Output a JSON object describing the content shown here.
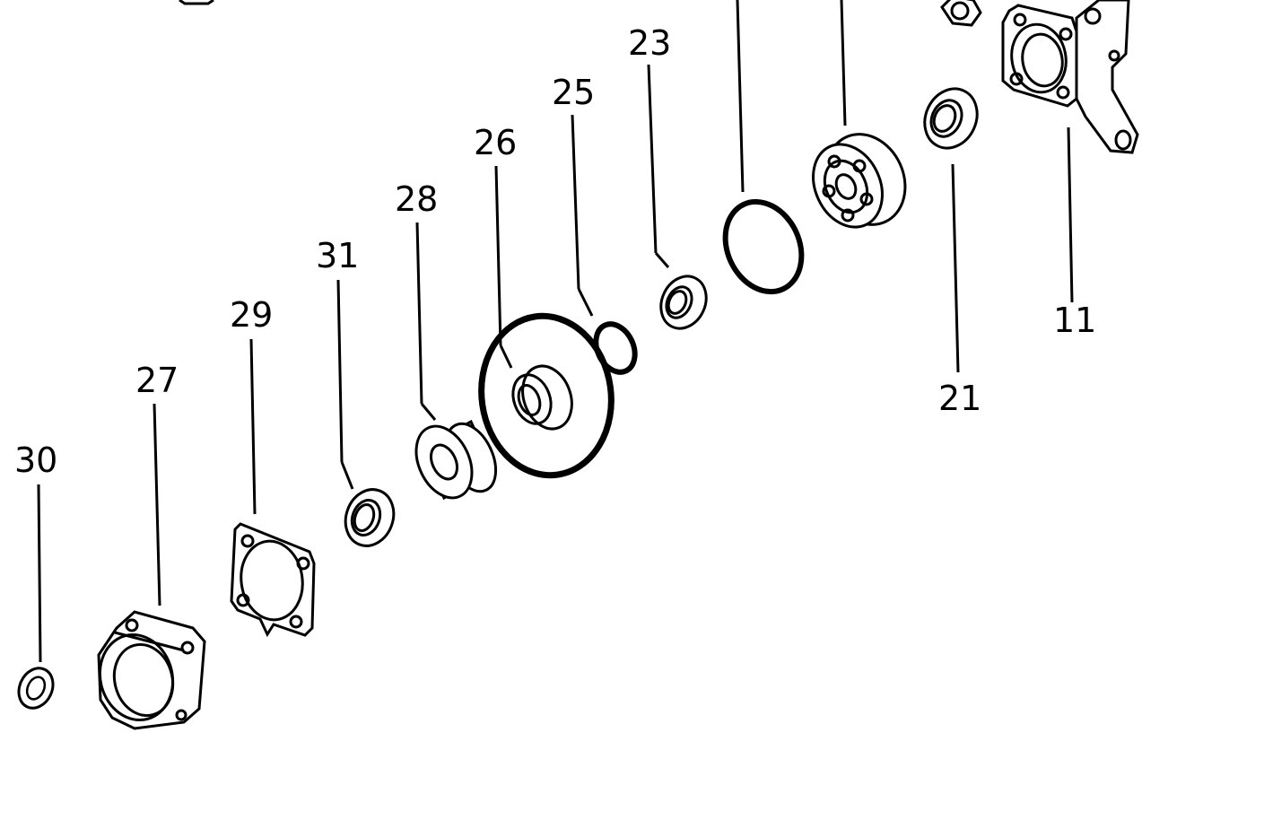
{
  "diagram": {
    "callouts": [
      {
        "id": "30",
        "label": "30"
      },
      {
        "id": "27",
        "label": "27"
      },
      {
        "id": "29",
        "label": "29"
      },
      {
        "id": "31",
        "label": "31"
      },
      {
        "id": "28",
        "label": "28"
      },
      {
        "id": "26",
        "label": "26"
      },
      {
        "id": "25",
        "label": "25"
      },
      {
        "id": "23",
        "label": "23"
      },
      {
        "id": "21",
        "label": "21"
      },
      {
        "id": "11",
        "label": "11"
      }
    ]
  },
  "colors": {
    "ink": "#000000",
    "paper": "#ffffff"
  }
}
